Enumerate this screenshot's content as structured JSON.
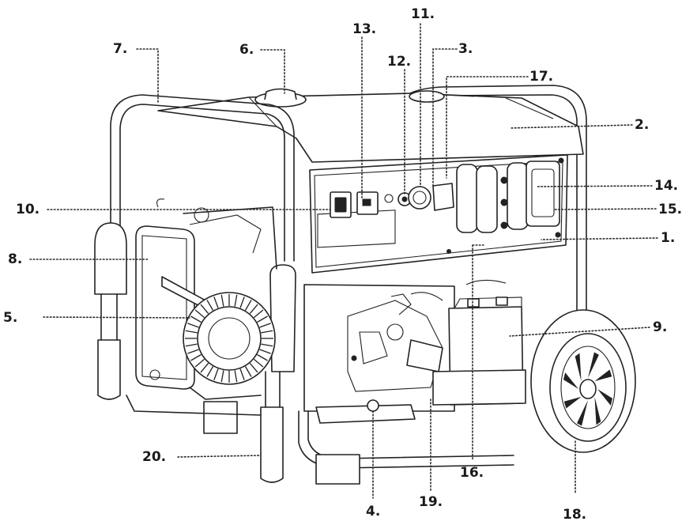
{
  "diagram": {
    "callouts": [
      {
        "id": "1",
        "text": "1."
      },
      {
        "id": "2",
        "text": "2."
      },
      {
        "id": "3",
        "text": "3."
      },
      {
        "id": "4",
        "text": "4."
      },
      {
        "id": "5",
        "text": "5."
      },
      {
        "id": "6",
        "text": "6."
      },
      {
        "id": "7",
        "text": "7."
      },
      {
        "id": "8",
        "text": "8."
      },
      {
        "id": "9",
        "text": "9."
      },
      {
        "id": "10",
        "text": "10."
      },
      {
        "id": "11",
        "text": "11."
      },
      {
        "id": "12",
        "text": "12."
      },
      {
        "id": "13",
        "text": "13."
      },
      {
        "id": "14",
        "text": "14."
      },
      {
        "id": "15",
        "text": "15."
      },
      {
        "id": "16",
        "text": "16."
      },
      {
        "id": "17",
        "text": "17."
      },
      {
        "id": "18",
        "text": "18."
      },
      {
        "id": "19",
        "text": "19."
      },
      {
        "id": "20",
        "text": "20."
      }
    ]
  }
}
